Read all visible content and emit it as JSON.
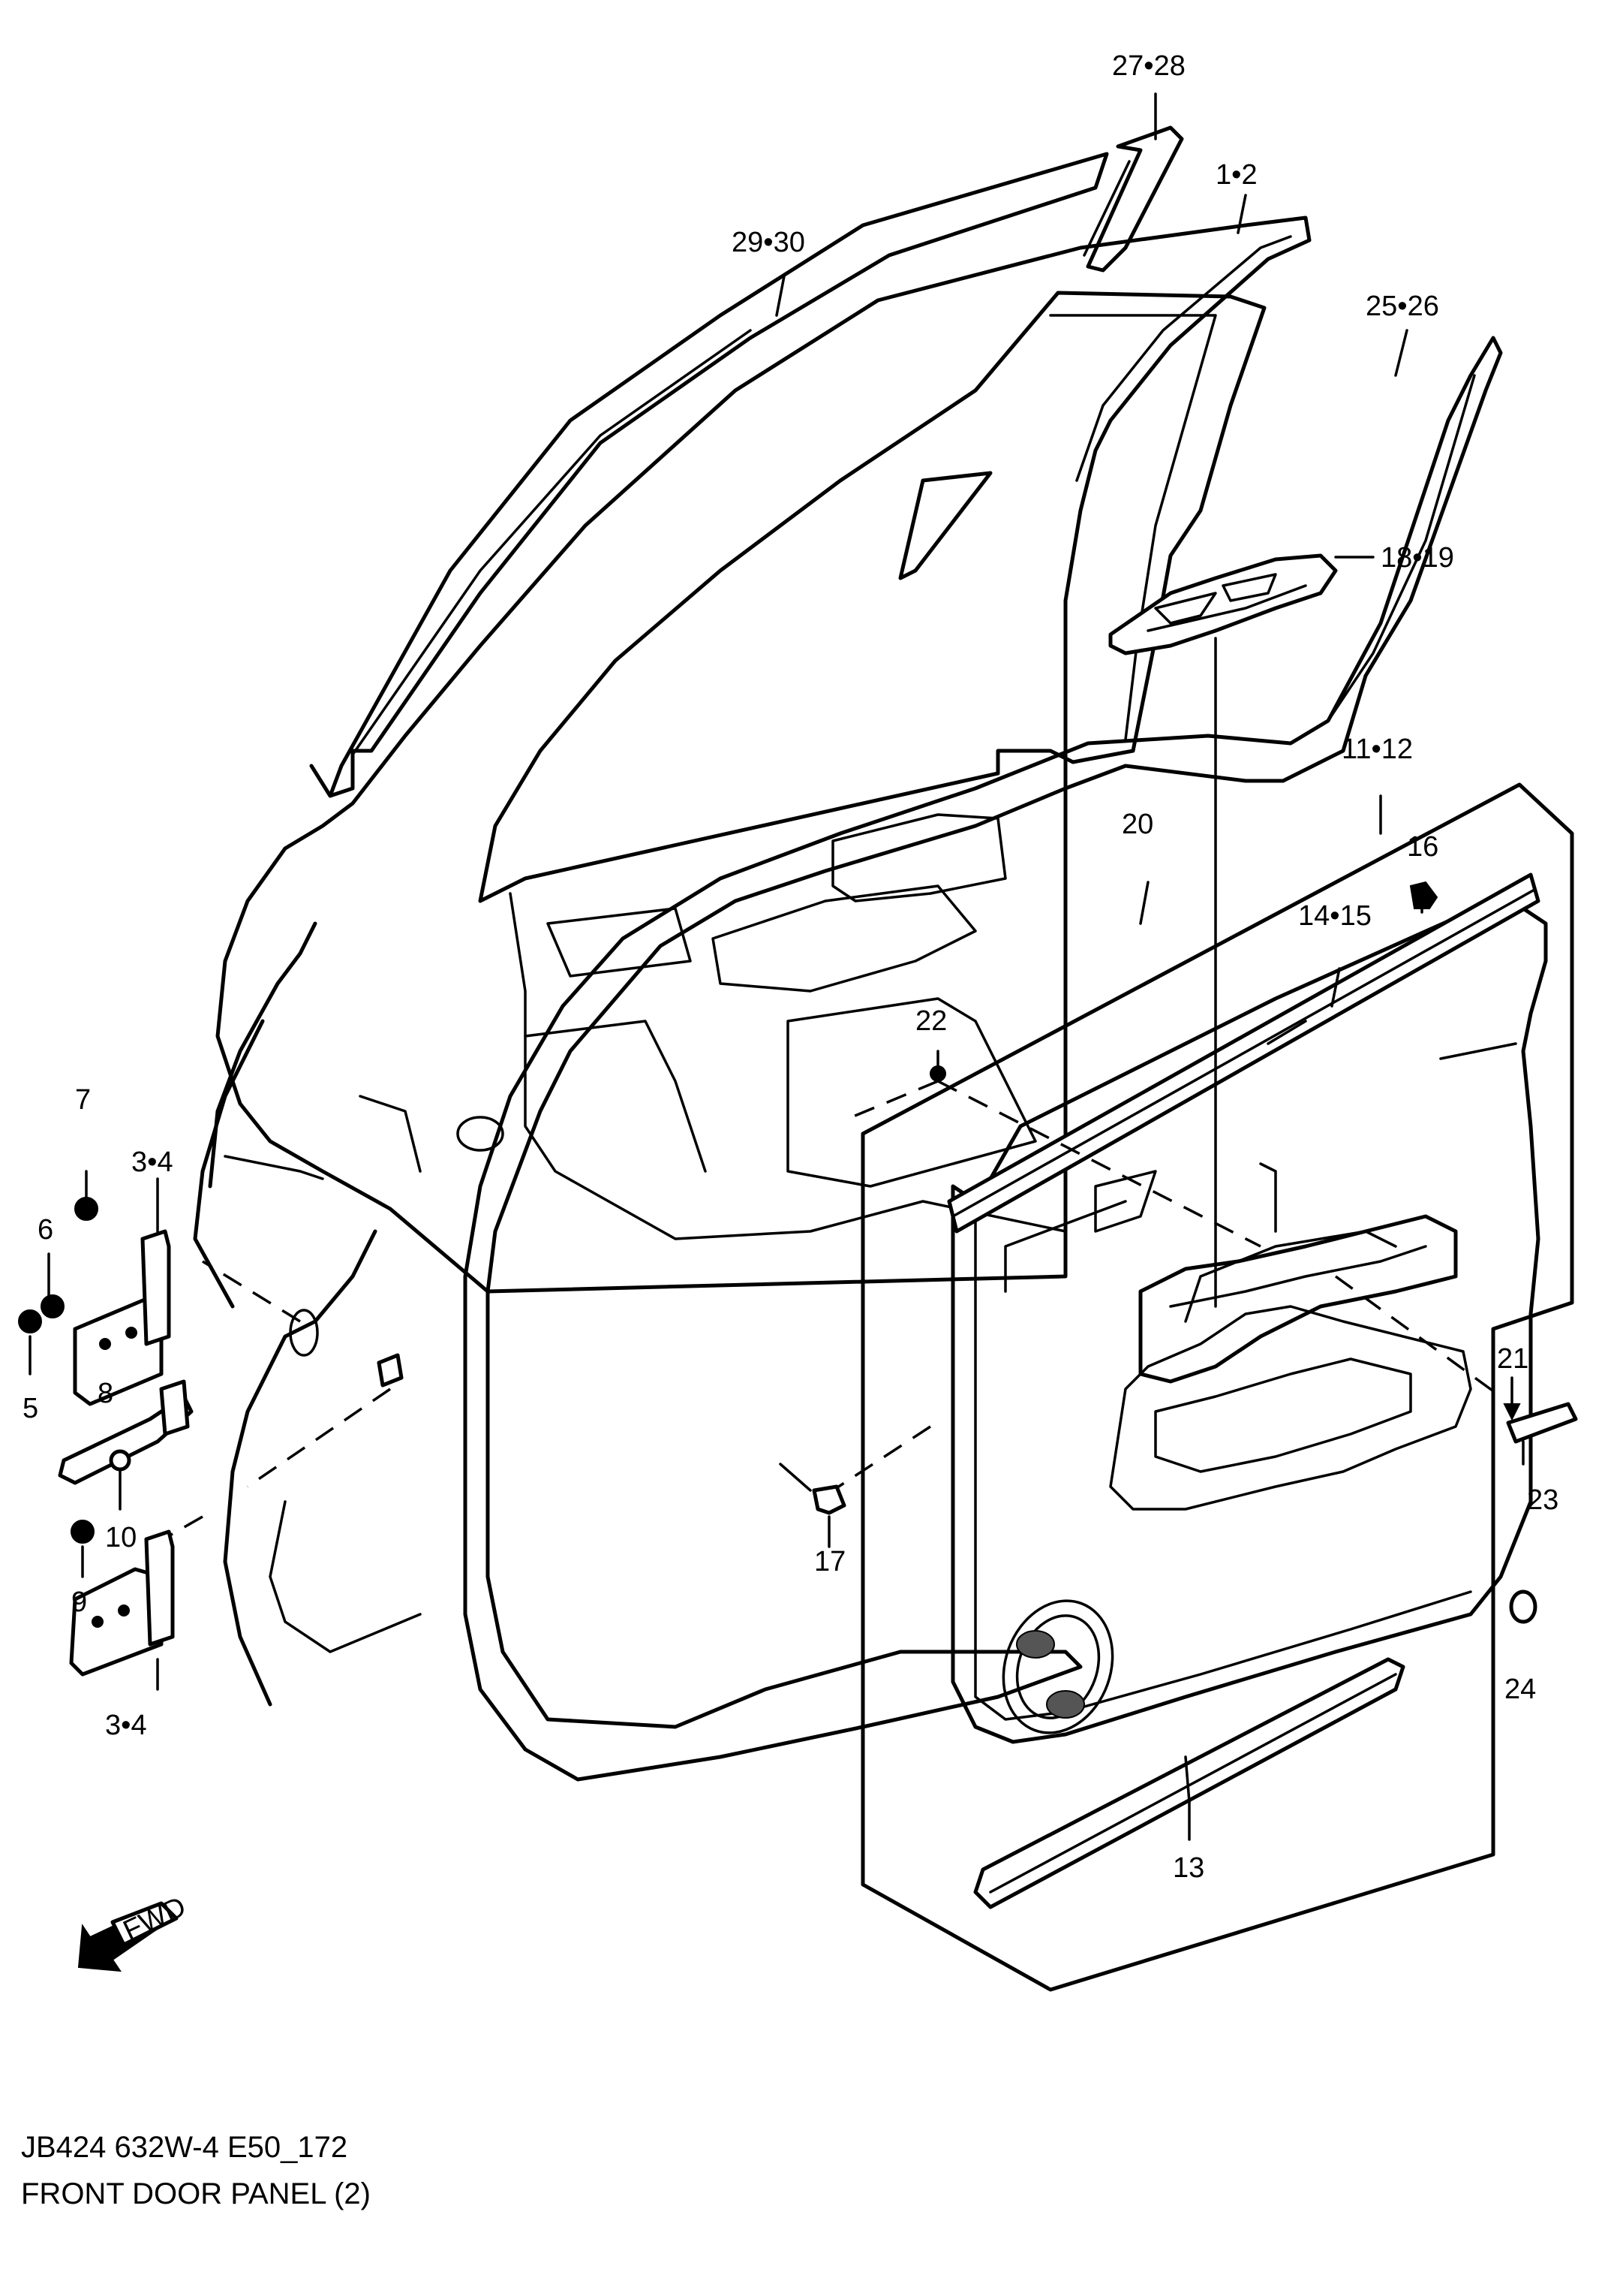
{
  "footer": {
    "code": "JB424 632W-4 E50_172",
    "title": "FRONT DOOR PANEL (2)"
  },
  "fwd_arrow": {
    "label": "FWD"
  },
  "callouts": {
    "c27_28": "27•28",
    "c1_2": "1•2",
    "c29_30": "29•30",
    "c25_26": "25•26",
    "c18_19": "18•19",
    "c11_12": "11•12",
    "c20": "20",
    "c16": "16",
    "c14_15": "14•15",
    "c22": "22",
    "c7": "7",
    "c3_4_top": "3•4",
    "c6": "6",
    "c5": "5",
    "c8": "8",
    "c10": "10",
    "c9": "9",
    "c3_4_bottom": "3•4",
    "c17": "17",
    "c21": "21",
    "c23": "23",
    "c24": "24",
    "c13": "13"
  }
}
